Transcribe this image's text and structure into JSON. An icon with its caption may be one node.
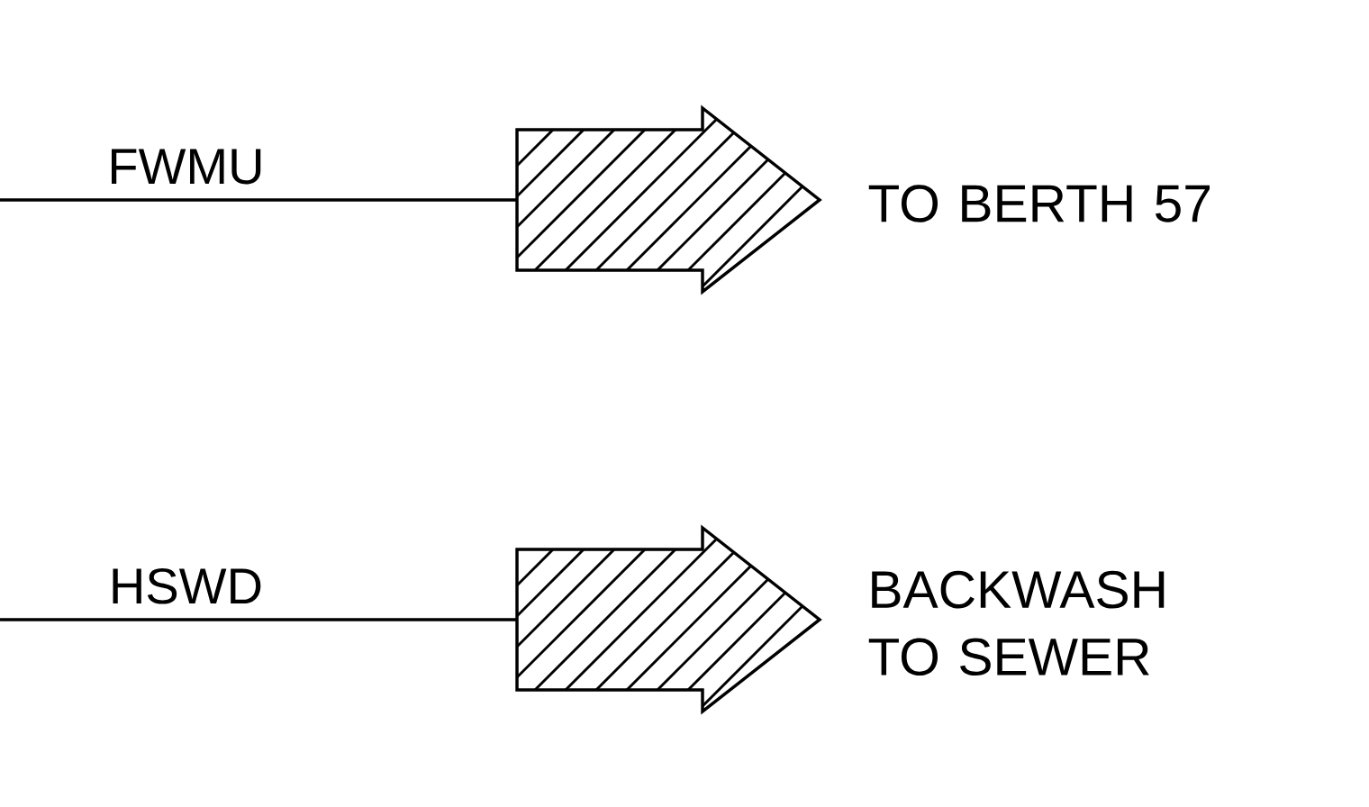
{
  "diagram": {
    "nodes": [
      {
        "text": [],
        "shape": "arrow",
        "beside": [
          "TO BERTH 57"
        ]
      },
      {
        "text": [],
        "shape": "arrow",
        "beside": [
          "BACKWASH TO SEWER"
        ]
      }
    ],
    "edges": [
      {
        "from": null,
        "to": 0,
        "arrow": "none",
        "label": "FWMU"
      },
      {
        "from": null,
        "to": 1,
        "arrow": "none",
        "label": "HSWD"
      }
    ]
  }
}
